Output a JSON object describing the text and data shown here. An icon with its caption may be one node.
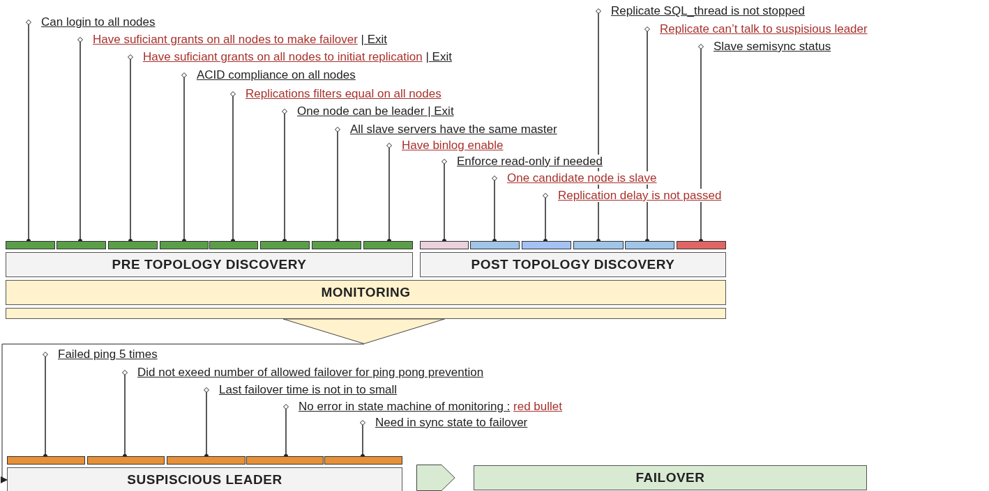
{
  "diagram": {
    "nodes": [
      {
        "text": [
          "Replicate SQL_thread is not stopped"
        ]
      },
      {
        "text": [
          "Can login to all nodes"
        ]
      },
      {
        "text": [
          "Replicate can’t talk to suspisious leader"
        ]
      },
      {
        "text": [
          "Have suficiant grants on all nodes to make failover",
          "| Exit"
        ]
      },
      {
        "text": [
          "Slave semisync status"
        ]
      },
      {
        "text": [
          "Have suficiant grants on all nodes to initiat replication",
          "| Exit"
        ]
      },
      {
        "text": [
          "ACID compliance on all nodes"
        ]
      },
      {
        "text": [
          "Replications filters equal on all nodes"
        ]
      },
      {
        "text": [
          "One node can be leader | Exit"
        ]
      },
      {
        "text": [
          "All slave servers have the same master"
        ]
      },
      {
        "text": [
          "Have binlog enable"
        ]
      },
      {
        "text": [
          "Enforce read-only if needed"
        ]
      },
      {
        "text": [
          "One candidate node is slave"
        ]
      },
      {
        "text": [
          "Replication delay is not passed"
        ]
      },
      {
        "text": [],
        "shape": "bar"
      },
      {
        "text": [],
        "shape": "bar"
      },
      {
        "text": [],
        "shape": "bar"
      },
      {
        "text": [],
        "shape": "bar"
      },
      {
        "text": [],
        "shape": "bar"
      },
      {
        "text": [],
        "shape": "bar"
      },
      {
        "text": [],
        "shape": "bar"
      },
      {
        "text": [],
        "shape": "bar"
      },
      {
        "text": [],
        "shape": "bar"
      },
      {
        "text": [],
        "shape": "bar"
      },
      {
        "text": [],
        "shape": "bar"
      },
      {
        "text": [],
        "shape": "bar"
      },
      {
        "text": [],
        "shape": "bar"
      },
      {
        "text": [],
        "shape": "bar"
      },
      {
        "text": [
          "PRE TOPOLOGY DISCOVERY"
        ]
      },
      {
        "text": [
          "POST TOPOLOGY DISCOVERY"
        ]
      },
      {
        "text": [
          "MONITORING"
        ]
      },
      {
        "text": [],
        "shape": "bar"
      },
      {
        "text": [
          "Failed ping 5 times"
        ]
      },
      {
        "text": [
          "Did not exeed number of allowed failover for ping pong prevention"
        ]
      },
      {
        "text": [
          "Last failover time is not in to small"
        ]
      },
      {
        "text": [
          "No error in state machine of monitoring :",
          "red bullet"
        ]
      },
      {
        "text": [
          "Need in sync state to failover"
        ]
      },
      {
        "text": [],
        "shape": "bar"
      },
      {
        "text": [],
        "shape": "bar"
      },
      {
        "text": [],
        "shape": "bar"
      },
      {
        "text": [],
        "shape": "bar"
      },
      {
        "text": [],
        "shape": "bar"
      },
      {
        "text": [
          "SUSPISCIOUS LEADER"
        ]
      },
      {
        "text": [
          "FAILOVER"
        ]
      }
    ],
    "edges": [
      {
        "from": 0,
        "to": 25,
        "arrow": "other"
      },
      {
        "from": 1,
        "to": 14,
        "arrow": "other"
      },
      {
        "from": 2,
        "to": 26,
        "arrow": "other"
      },
      {
        "from": 3,
        "to": 15,
        "arrow": "other"
      },
      {
        "from": 4,
        "to": 27,
        "arrow": "other"
      },
      {
        "from": 5,
        "to": 16,
        "arrow": "other"
      },
      {
        "from": 6,
        "to": 17,
        "arrow": "other"
      },
      {
        "from": 7,
        "to": 18,
        "arrow": "other"
      },
      {
        "from": 8,
        "to": 19,
        "arrow": "other"
      },
      {
        "from": 9,
        "to": 20,
        "arrow": "other"
      },
      {
        "from": 10,
        "to": 21,
        "arrow": "other"
      },
      {
        "from": 11,
        "to": 22,
        "arrow": "other"
      },
      {
        "from": 12,
        "to": 23,
        "arrow": "other"
      },
      {
        "from": 13,
        "to": 24,
        "arrow": "other"
      },
      {
        "from": 32,
        "to": 37,
        "arrow": "other"
      },
      {
        "from": 33,
        "to": 38,
        "arrow": "other"
      },
      {
        "from": 34,
        "to": 39,
        "arrow": "other"
      },
      {
        "from": 35,
        "to": 40,
        "arrow": "other"
      },
      {
        "from": 36,
        "to": 41,
        "arrow": "other"
      },
      {
        "from": 31,
        "to": 42,
        "arrow": "to"
      },
      {
        "from": 42,
        "to": 43,
        "arrow": "to"
      }
    ]
  }
}
